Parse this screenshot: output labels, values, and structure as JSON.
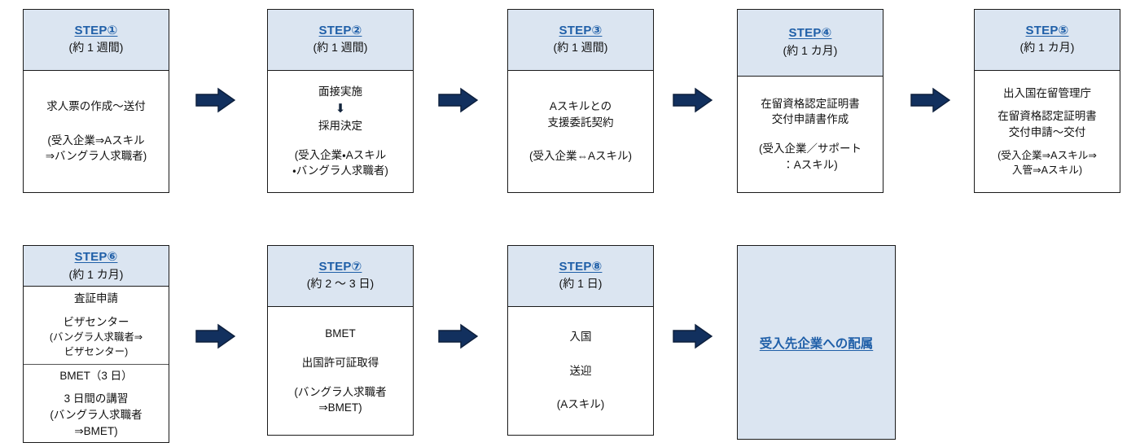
{
  "diagram": {
    "title_text": "",
    "colors": {
      "header_fill": "#dbe5f1",
      "box_border": "#1a1a1a",
      "step_title": "#1f5fa8",
      "arrow_fill": "#12305e",
      "arrow_stroke": "#0d1f3c",
      "body_text": "#111111"
    }
  },
  "steps": [
    {
      "id": "step1",
      "title": "STEP①",
      "duration": "(約 1 週間)",
      "lines": [
        "求人票の作成～送付",
        "(受入企業⇒Aスキル\n⇒バングラ人求職者)"
      ]
    },
    {
      "id": "step2",
      "title": "STEP②",
      "duration": "(約 1 週間)",
      "lines": [
        "面接実施",
        "⬇",
        "採用決定",
        "(受入企業・Aスキル\n・バングラ人求職者)"
      ]
    },
    {
      "id": "step3",
      "title": "STEP③",
      "duration": "(約 1 週間)",
      "lines": [
        "Aスキルとの\n支援委託契約",
        "(受入企業⇔Aスキル)"
      ]
    },
    {
      "id": "step4",
      "title": "STEP④",
      "duration": "(約 1 カ月)",
      "lines": [
        "在留資格認定証明書\n交付申請書作成",
        "(受入企業／サポート\n：Aスキル)"
      ]
    },
    {
      "id": "step5",
      "title": "STEP⑤",
      "duration": "(約 1 カ月)",
      "lines": [
        "出入国在留管理庁",
        "在留資格認定証明書\n交付申請～交付",
        "(受入企業⇒Aスキル⇒\n入管⇒Aスキル)"
      ]
    },
    {
      "id": "step6",
      "title": "STEP⑥",
      "duration": "(約 1 カ月)",
      "sections": [
        {
          "lines": [
            "査証申請",
            "ビザセンター",
            "(バングラ人求職者⇒\nビザセンター)"
          ]
        },
        {
          "lines": [
            "BMET（3 日）",
            "3 日間の講習\n(バングラ人求職者\n⇒BMET)"
          ]
        }
      ]
    },
    {
      "id": "step7",
      "title": "STEP⑦",
      "duration": "(約 2 ～ 3 日)",
      "lines": [
        "BMET",
        "出国許可証取得",
        "(バングラ人求職者\n⇒BMET)"
      ]
    },
    {
      "id": "step8",
      "title": "STEP⑧",
      "duration": "(約 1 日)",
      "lines": [
        "入国",
        "送迎",
        "(Aスキル)"
      ]
    }
  ],
  "final_box": {
    "id": "final",
    "label": "受入先企業への配属"
  },
  "connectors": [
    {
      "id": "arrow-1-2",
      "icon": "right-arrow-icon"
    },
    {
      "id": "arrow-2-3",
      "icon": "right-arrow-icon"
    },
    {
      "id": "arrow-3-4",
      "icon": "right-arrow-icon"
    },
    {
      "id": "arrow-4-5",
      "icon": "right-arrow-icon"
    },
    {
      "id": "arrow-6-7",
      "icon": "right-arrow-icon"
    },
    {
      "id": "arrow-7-8",
      "icon": "right-arrow-icon"
    },
    {
      "id": "arrow-8-final",
      "icon": "right-arrow-icon"
    }
  ]
}
